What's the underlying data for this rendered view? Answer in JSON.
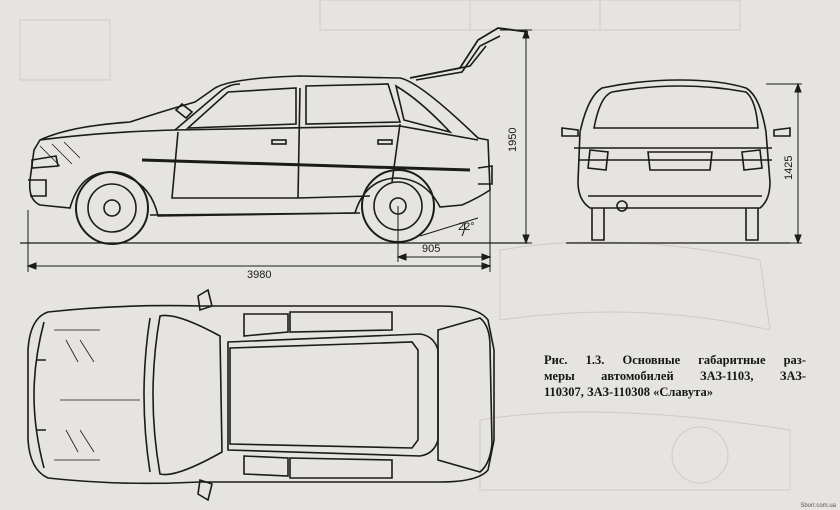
{
  "figure": {
    "dimensions": {
      "overall_length": "3980",
      "overall_height": "1950",
      "rear_overhang": "905",
      "body_height": "1425",
      "departure_angle": "22°"
    },
    "caption": {
      "line1": "Рис. 1.3. Основные габаритные раз-",
      "line2": "меры автомобилей ЗАЗ-1103, ЗАЗ-",
      "line3": "110307, ЗАЗ-110308 «Славута»"
    },
    "watermark": "Sborr.com.ua"
  }
}
